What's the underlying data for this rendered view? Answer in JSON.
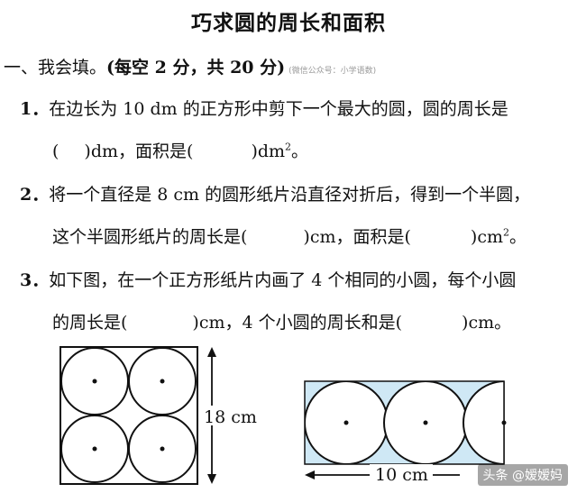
{
  "title": "巧求圆的周长和面积",
  "section": {
    "heading": "一、我会填。",
    "score": "(每空 2 分，共 20 分)",
    "note": "(微信公众号：小学语数)"
  },
  "q1": {
    "num": "1．",
    "text": "在边长为 10 dm 的正方形中剪下一个最大的圆，圆的周长是",
    "line2_a": "(",
    "line2_b": ")dm，面积是(",
    "line2_c": ")dm",
    "sup": "2",
    "end": "。"
  },
  "q2": {
    "num": "2．",
    "text": "将一个直径是 8 cm 的圆形纸片沿直径对折后，得到一个半圆，",
    "line2_a": "这个半圆形纸片的周长是(",
    "line2_b": ")cm，面积是(",
    "line2_c": ")cm",
    "sup": "2",
    "end": "。"
  },
  "q3": {
    "num": "3．",
    "text": "如下图，在一个正方形纸片内画了 4 个相同的小圆，每个小圆",
    "line2_a": "的周长是(",
    "line2_b": ")cm，4 个小圆的周长和是(",
    "line2_c": ")cm。"
  },
  "figure1": {
    "dimension_label": "18 cm"
  },
  "figure2": {
    "dimension_label": "10 cm",
    "fill_color": "#cfe8f5"
  },
  "watermark": "头条 @嫒嫒妈"
}
